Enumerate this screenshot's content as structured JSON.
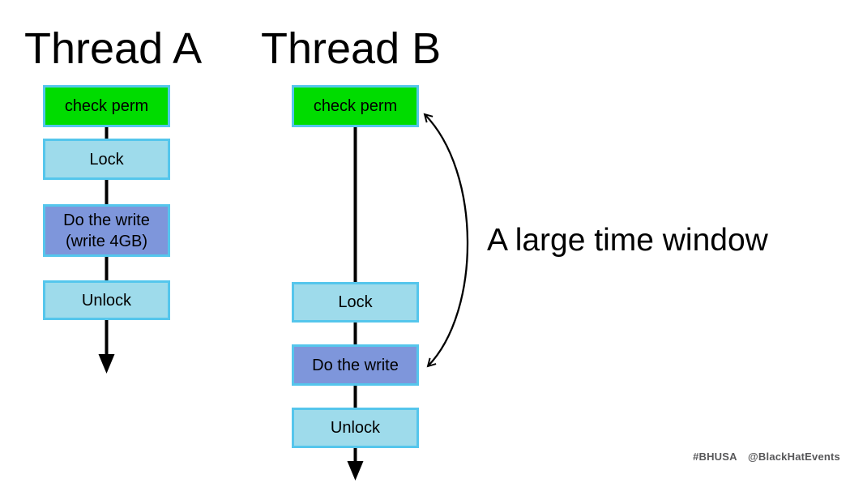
{
  "slide": {
    "footer": {
      "hashtag": "#BHUSA",
      "handle": "@BlackHatEvents"
    }
  },
  "annotation": {
    "time_window_label": "A large time window"
  },
  "threads": {
    "a": {
      "title": "Thread A",
      "steps": {
        "check_perm": "check perm",
        "lock": "Lock",
        "write_line1": "Do the write",
        "write_line2": "(write 4GB)",
        "unlock": "Unlock"
      }
    },
    "b": {
      "title": "Thread B",
      "steps": {
        "check_perm": "check perm",
        "lock": "Lock",
        "write": "Do the write",
        "unlock": "Unlock"
      }
    }
  },
  "colors": {
    "check_perm_fill": "#00dc00",
    "lock_unlock_fill": "#9edbeb",
    "write_fill": "#7e96db",
    "box_border": "#55c6ec",
    "arrow": "#000000",
    "footer_text": "#58585a",
    "background": "#ffffff"
  }
}
